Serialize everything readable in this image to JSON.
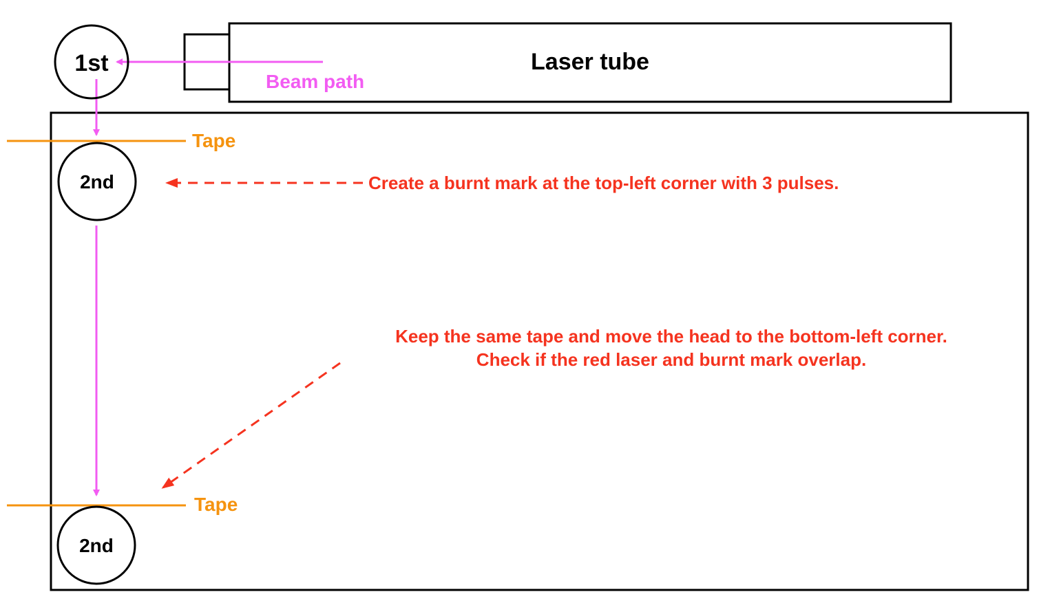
{
  "laser_tube": {
    "label": "Laser tube"
  },
  "beam_path": {
    "label": "Beam path"
  },
  "mirrors": {
    "first": "1st",
    "second_top": "2nd",
    "second_bottom": "2nd"
  },
  "tape": {
    "top_label": "Tape",
    "bottom_label": "Tape"
  },
  "instructions": {
    "top": "Create a burnt mark at the top-left corner with 3 pulses.",
    "bottom_line1": "Keep the same tape and move the head to the bottom-left corner.",
    "bottom_line2": "Check if the red laser and burnt mark overlap."
  },
  "colors": {
    "beam": "#f25cf2",
    "tape": "#f5930f",
    "instruction": "#f5331f",
    "outline": "#000000"
  }
}
